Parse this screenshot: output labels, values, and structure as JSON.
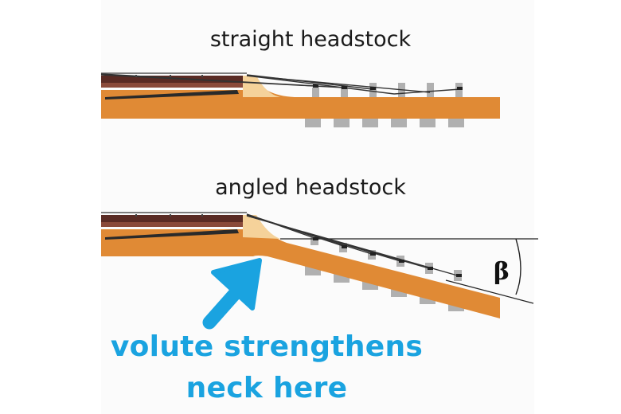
{
  "straight_caption": "straight headstock",
  "angled_caption": "angled headstock",
  "callout": {
    "line1": "volute strengthens",
    "line2": "neck here"
  },
  "angle_label": "β",
  "colors": {
    "wood": "#e08a35",
    "fretboard": "#5a2b24",
    "truss_rod": "#2a2a2a",
    "nut": "#f5d29a",
    "tuner": "#b0b0b0",
    "callout": "#1aa3e0"
  }
}
